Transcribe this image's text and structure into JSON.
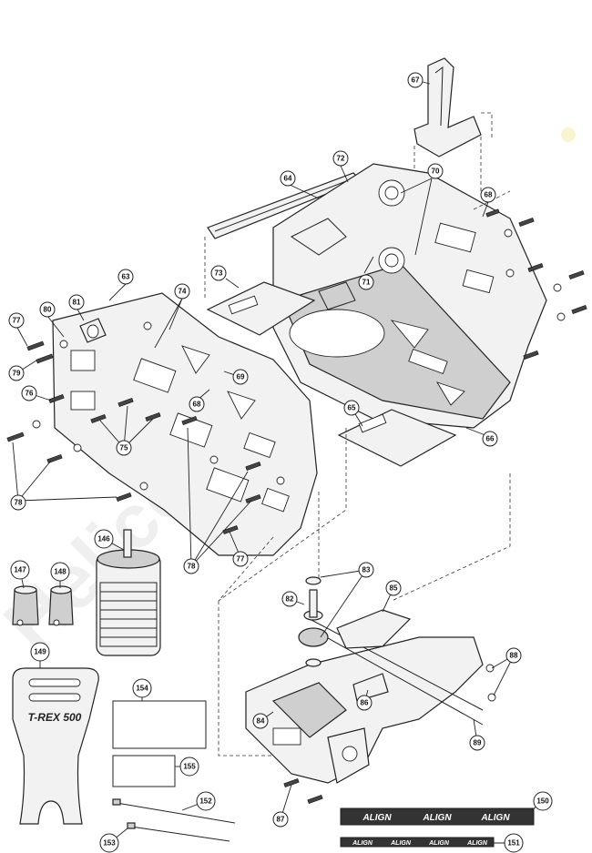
{
  "watermark": "Helicopter",
  "callouts": [
    {
      "id": "c67",
      "label": "67"
    },
    {
      "id": "c64",
      "label": "64"
    },
    {
      "id": "c72",
      "label": "72"
    },
    {
      "id": "c70",
      "label": "70"
    },
    {
      "id": "c68a",
      "label": "68"
    },
    {
      "id": "c63",
      "label": "63"
    },
    {
      "id": "c73",
      "label": "73"
    },
    {
      "id": "c71",
      "label": "71"
    },
    {
      "id": "c74",
      "label": "74"
    },
    {
      "id": "c81",
      "label": "81"
    },
    {
      "id": "c80",
      "label": "80"
    },
    {
      "id": "c77a",
      "label": "77"
    },
    {
      "id": "c79",
      "label": "79"
    },
    {
      "id": "c69",
      "label": "69"
    },
    {
      "id": "c68b",
      "label": "68"
    },
    {
      "id": "c76",
      "label": "76"
    },
    {
      "id": "c65",
      "label": "65"
    },
    {
      "id": "c66",
      "label": "66"
    },
    {
      "id": "c75",
      "label": "75"
    },
    {
      "id": "c78a",
      "label": "78"
    },
    {
      "id": "c77b",
      "label": "77"
    },
    {
      "id": "c78b",
      "label": "78"
    },
    {
      "id": "c146",
      "label": "146"
    },
    {
      "id": "c147",
      "label": "147"
    },
    {
      "id": "c148",
      "label": "148"
    },
    {
      "id": "c83",
      "label": "83"
    },
    {
      "id": "c85",
      "label": "85"
    },
    {
      "id": "c82",
      "label": "82"
    },
    {
      "id": "c149",
      "label": "149"
    },
    {
      "id": "c154",
      "label": "154"
    },
    {
      "id": "c88",
      "label": "88"
    },
    {
      "id": "c86",
      "label": "86"
    },
    {
      "id": "c84",
      "label": "84"
    },
    {
      "id": "c155",
      "label": "155"
    },
    {
      "id": "c89",
      "label": "89"
    },
    {
      "id": "c152",
      "label": "152"
    },
    {
      "id": "c87",
      "label": "87"
    },
    {
      "id": "c150",
      "label": "150"
    },
    {
      "id": "c153",
      "label": "153"
    },
    {
      "id": "c151",
      "label": "151"
    }
  ],
  "tool_label": "T-REX 500",
  "decal_large_logos": [
    "ALIGN",
    "ALIGN",
    "ALIGN"
  ],
  "decal_small_logos": [
    "ALIGN",
    "ALIGN",
    "ALIGN",
    "ALIGN"
  ]
}
